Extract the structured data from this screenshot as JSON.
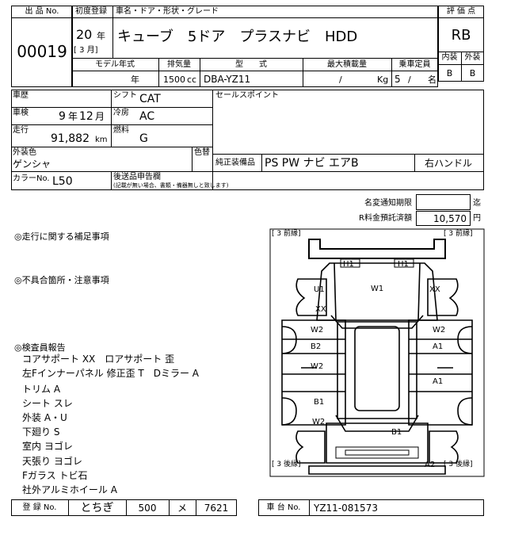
{
  "header": {
    "no_label": "出 品 No.",
    "lot_no": "00019",
    "first_reg_label": "初度登録",
    "name_label": "車名・ドア・形状・グレード",
    "year": "20",
    "year_unit": "年",
    "month": "[ 3 月]",
    "car_name": "キューブ　5ドア　プラスナビ　HDD",
    "score_label": "評 価 点",
    "score": "RB",
    "interior_label": "内装",
    "exterior_label": "外装",
    "interior_grade": "B",
    "exterior_grade": "B"
  },
  "spec": {
    "model_year_label": "モデル年式",
    "displacement_label": "排気量",
    "type_label": "型　　式",
    "max_load_label": "最大積載量",
    "capacity_label": "乗車定員",
    "model_year_unit": "年",
    "displacement": "1500",
    "displacement_unit": "cc",
    "model_code": "DBA-YZ11",
    "load_slash": "/",
    "load_unit": "Kg",
    "capacity": "5",
    "capacity_slash": "/",
    "capacity_unit": "名"
  },
  "details": {
    "history_label": "車歴",
    "shift_label": "シフト",
    "shift": "CAT",
    "sales_point_label": "セールスポイント",
    "inspection_label": "車検",
    "inspection_year": "9",
    "inspection_year_unit": "年",
    "inspection_month": "12",
    "inspection_month_unit": "月",
    "ac_label": "冷房",
    "ac": "AC",
    "mileage_label": "走行",
    "mileage": "91,882",
    "mileage_unit": "km",
    "fuel_label": "燃料",
    "fuel": "G",
    "ext_color_label": "外装色",
    "ext_color": "ゲンシャ",
    "color_change_label": "色替",
    "equipment_label": "純正装備品",
    "equipment": "PS PW ナビ エアB",
    "steering": "右ハンドル",
    "color_no_label": "カラーNo.",
    "color_no": "L50",
    "docs_label": "後送品申告欄",
    "docs_note": "(記載が無い場合、書類・備器無しと致します)"
  },
  "fees": {
    "name_change_label": "名変通知期限",
    "name_change_value": "",
    "name_change_unit": "迄",
    "recycle_label": "R料金預託済額",
    "recycle_value": "10,570",
    "recycle_unit": "円"
  },
  "notes": {
    "driving_title": "◎走行に関する補足事項",
    "defects_title": "◎不具合箇所・注意事項",
    "inspector_title": "◎検査員報告",
    "lines": [
      "コアサポート XX　ロアサポート 歪",
      "左Fインナーパネル 修正歪 T　Dミラー A",
      "トリム A",
      "シート スレ",
      "外装 A・U",
      "下廻り S",
      "室内 ヨゴレ",
      "天張り ヨゴレ",
      "Fガラス トビ石",
      "社外アルミホイール A"
    ]
  },
  "diagram": {
    "corner_tl": "[ 3 前縁]",
    "corner_tr": "[ 3 前縁]",
    "corner_bl": "[ 3 後縁]",
    "corner_br": "[ 3 後縁]",
    "marks": {
      "h1_left": "H1",
      "h1_right": "H1",
      "u1": "U1",
      "w1": "W1",
      "xx_right": "XX",
      "xx_left": "XX",
      "w2_left_top": "W2",
      "w2_right_top": "W2",
      "b2": "B2",
      "a1_right_top": "A1",
      "w2_left_mid": "W2",
      "a1_right_bottom": "A1",
      "b1_left": "B1",
      "w2_left_bottom": "W2",
      "b1_center": "B1",
      "a2": "A2"
    }
  },
  "footer": {
    "reg_label": "登 録 No.",
    "reg_region": "とちぎ",
    "reg_class": "500",
    "reg_kana": "メ",
    "reg_number": "7621",
    "chassis_label": "車 台 No.",
    "chassis": "YZ11-081573"
  }
}
